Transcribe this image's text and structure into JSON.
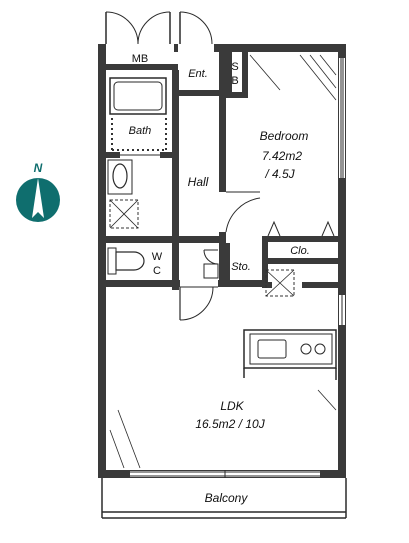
{
  "compass": {
    "label": "N",
    "color": "#0f6e6e"
  },
  "rooms": {
    "mb": "MB",
    "ent": "Ent.",
    "sb_top": "S",
    "sb_bottom": "B",
    "bath": "Bath",
    "bedroom": "Bedroom",
    "bedroom_area": "7.42m2",
    "bedroom_mats": "/ 4.5J",
    "hall": "Hall",
    "closet": "Clo.",
    "wc_top": "W",
    "wc_bottom": "C",
    "storage": "Sto.",
    "ldk": "LDK",
    "ldk_area": "16.5m2 / 10J",
    "balcony": "Balcony"
  }
}
